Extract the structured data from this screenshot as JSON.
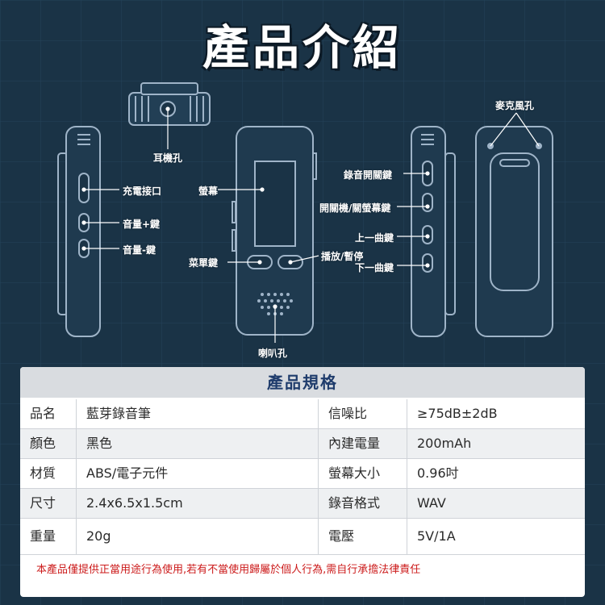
{
  "title": "產品介紹",
  "labels": {
    "earphone": "耳機孔",
    "charge_port": "充電接口",
    "vol_up": "音量+鍵",
    "vol_down": "音量-鍵",
    "screen": "螢幕",
    "menu": "菜單鍵",
    "speaker": "喇叭孔",
    "record_switch": "錄音開關鍵",
    "power": "開關機/關螢幕鍵",
    "prev": "上一曲鍵",
    "play": "播放/暫停",
    "next": "下一曲鍵",
    "mic": "麥克風孔"
  },
  "spec": {
    "heading": "產品規格",
    "rows": [
      {
        "k1": "品名",
        "v1": "藍芽錄音筆",
        "k2": "信噪比",
        "v2": "≥75dB±2dB"
      },
      {
        "k1": "顏色",
        "v1": "黑色",
        "k2": "內建電量",
        "v2": "200mAh"
      },
      {
        "k1": "材質",
        "v1": "ABS/電子元件",
        "k2": "螢幕大小",
        "v2": "0.96吋"
      },
      {
        "k1": "尺寸",
        "v1": "2.4x6.5x1.5cm",
        "k2": "錄音格式",
        "v2": "WAV"
      },
      {
        "k1": "重量",
        "v1": "20g",
        "k2": "電壓",
        "v2": "5V/1A"
      }
    ],
    "notice": "本產品僅提供正當用途行為使用,若有不當使用歸屬於個人行為,需自行承擔法律責任"
  },
  "colors": {
    "background": "#1a3346",
    "outline": "#9fb4c8",
    "notice": "#cc1b1b",
    "spec_heading": "#1f3c6c"
  }
}
